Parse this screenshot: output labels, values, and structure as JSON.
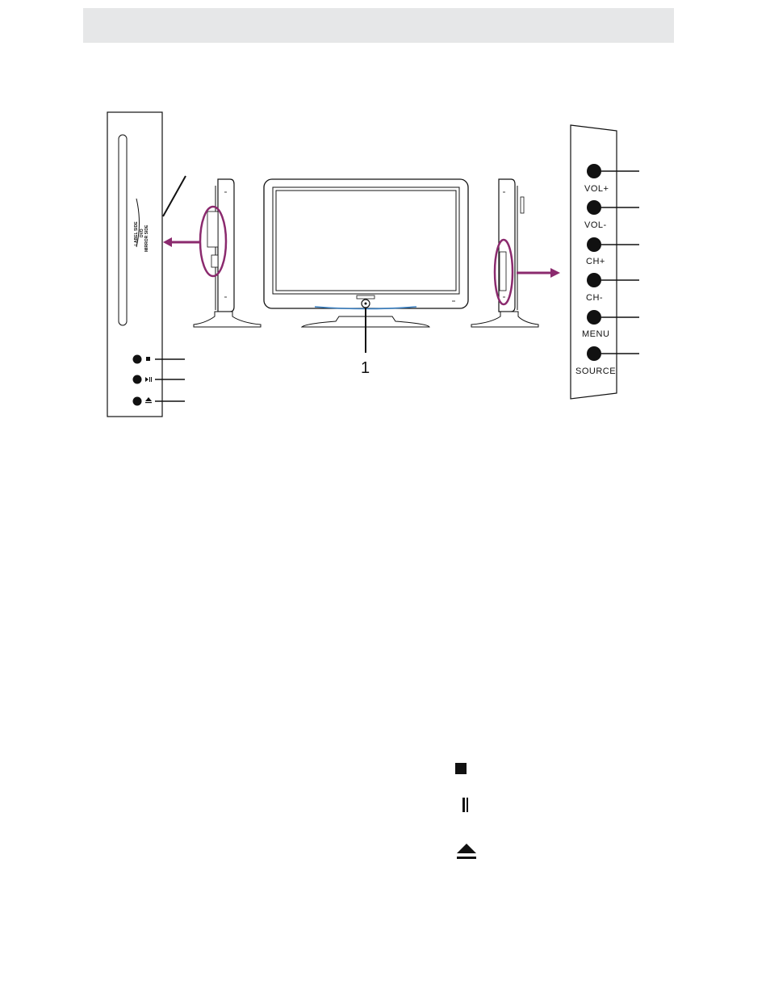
{
  "header": {
    "title": ""
  },
  "disc_slot": {
    "label_side": "LABEL SIDE",
    "dvd": "DVD",
    "mirror_side": "MIRROR SIDE"
  },
  "callout_front": "1",
  "side_buttons": [
    {
      "label": "VOL+"
    },
    {
      "label": "VOL-"
    },
    {
      "label": "CH+"
    },
    {
      "label": "CH-"
    },
    {
      "label": "MENU"
    },
    {
      "label": "SOURCE"
    }
  ],
  "dvd_buttons": [
    {
      "icon": "stop-icon"
    },
    {
      "icon": "play-pause-icon"
    },
    {
      "icon": "eject-icon"
    }
  ],
  "legend_icons": [
    "stop-icon",
    "pause-icon",
    "eject-icon"
  ],
  "colors": {
    "highlight": "#8b2a6e",
    "header_bg": "#e6e7e8",
    "accent_blue": "#3a7fc0"
  }
}
